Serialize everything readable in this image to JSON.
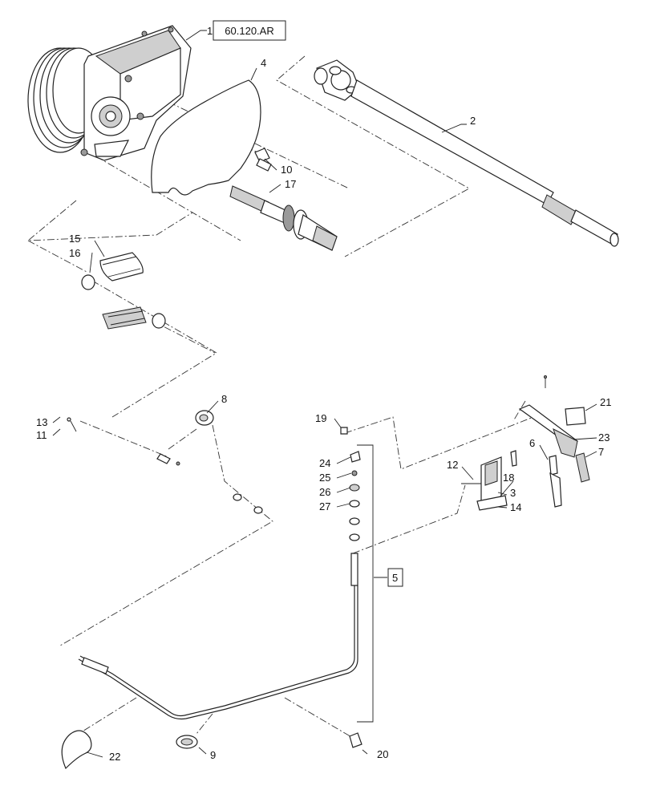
{
  "reference": "60.120.AR",
  "callouts": {
    "c1": "1",
    "c2": "2",
    "c3": "3",
    "c4": "4",
    "c5": "5",
    "c6": "6",
    "c7": "7",
    "c8": "8",
    "c9": "9",
    "c10": "10",
    "c11": "11",
    "c12": "12",
    "c13": "13",
    "c14": "14",
    "c15": "15",
    "c16": "16",
    "c17": "17",
    "c18": "18",
    "c19": "19",
    "c20": "20",
    "c21": "21",
    "c22": "22",
    "c23": "23",
    "c24": "24",
    "c25": "25",
    "c26": "26",
    "c27": "27"
  }
}
